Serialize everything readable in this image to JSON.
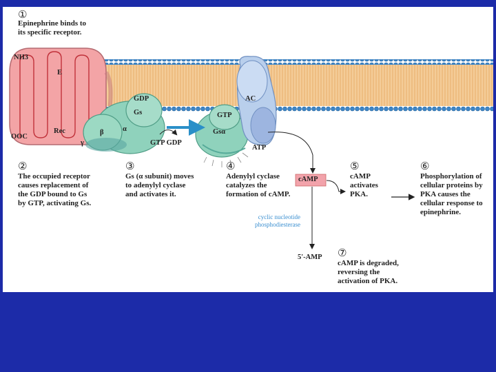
{
  "steps": {
    "s1": {
      "num": "①",
      "text": "Epinephrine binds to\nits specific receptor."
    },
    "s2": {
      "num": "②",
      "text": "The occupied receptor\ncauses replacement of\nthe GDP bound to Gs\nby GTP, activating Gs."
    },
    "s3": {
      "num": "③",
      "text": "Gs (α subunit) moves\nto adenylyl cyclase\nand activates it."
    },
    "s4": {
      "num": "④",
      "text": "Adenylyl cyclase\ncatalyzes the\nformation of cAMP."
    },
    "s5": {
      "num": "⑤",
      "text": "cAMP\nactivates\nPKA."
    },
    "s6": {
      "num": "⑥",
      "text": "Phosphorylation of\ncellular proteins by\nPKA causes the\ncellular response to\nepinephrine."
    },
    "s7": {
      "num": "⑦",
      "text": "cAMP is degraded,\nreversing the\nactivation of PKA."
    }
  },
  "labels": {
    "nh3": "NH3",
    "e": "E",
    "ooc": "OOC",
    "rec": "Rec",
    "gdp": "GDP",
    "gs": "Gs",
    "beta": "β",
    "gamma": "γ",
    "alpha": "α",
    "gtp_gdp": "GTP GDP",
    "gtp": "GTP",
    "gsa": "Gsα",
    "ac": "AC",
    "atp": "ATP",
    "camp": "cAMP",
    "enzyme": "cyclic nucleotide\nphosphodiesterase",
    "amp5": "5'-AMP"
  },
  "colors": {
    "background": "#1c2ba8",
    "membrane_head": "#3b86c4",
    "membrane_tail": "#f2c58c",
    "receptor": "#f4a7a9",
    "g_protein": "#8ccfb8",
    "adenylyl_cyclase": "#a9c3e6",
    "camp_box": "#f0a0a8",
    "arrow_blue": "#2a8fc8"
  }
}
